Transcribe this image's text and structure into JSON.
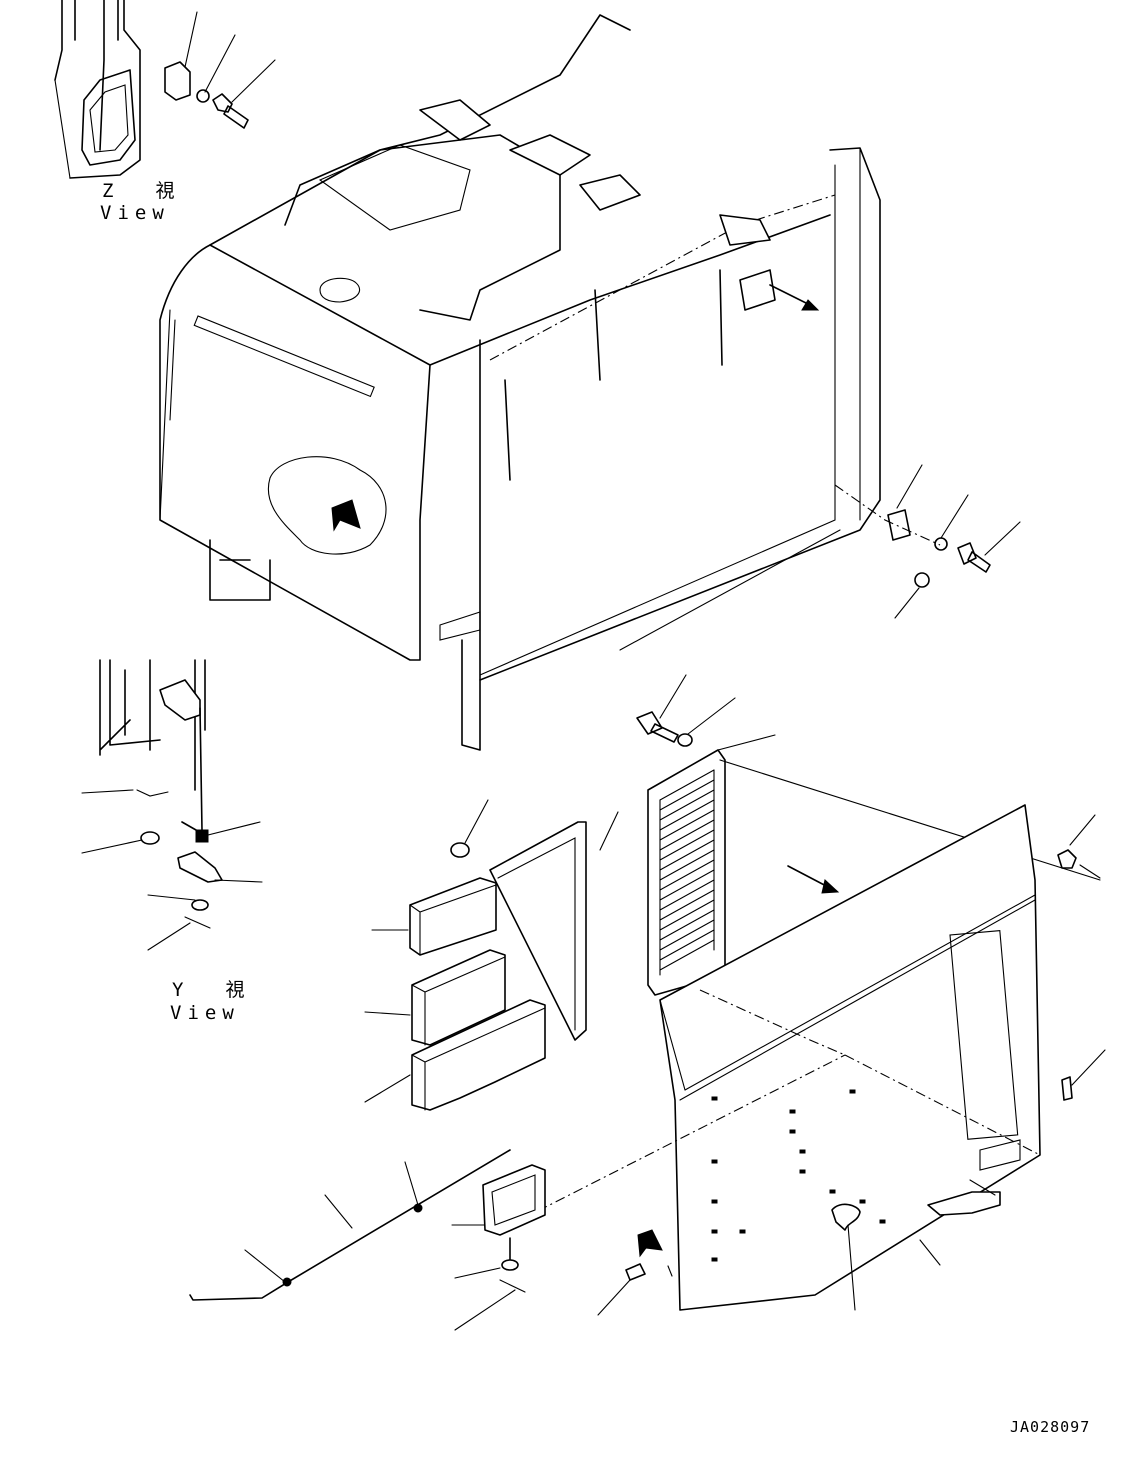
{
  "views": {
    "z": {
      "letter": "Z",
      "kanji": "視",
      "caption": "View"
    },
    "y": {
      "letter": "Y",
      "kanji": "視",
      "caption": "View"
    }
  },
  "drawing_code": "JA028097"
}
